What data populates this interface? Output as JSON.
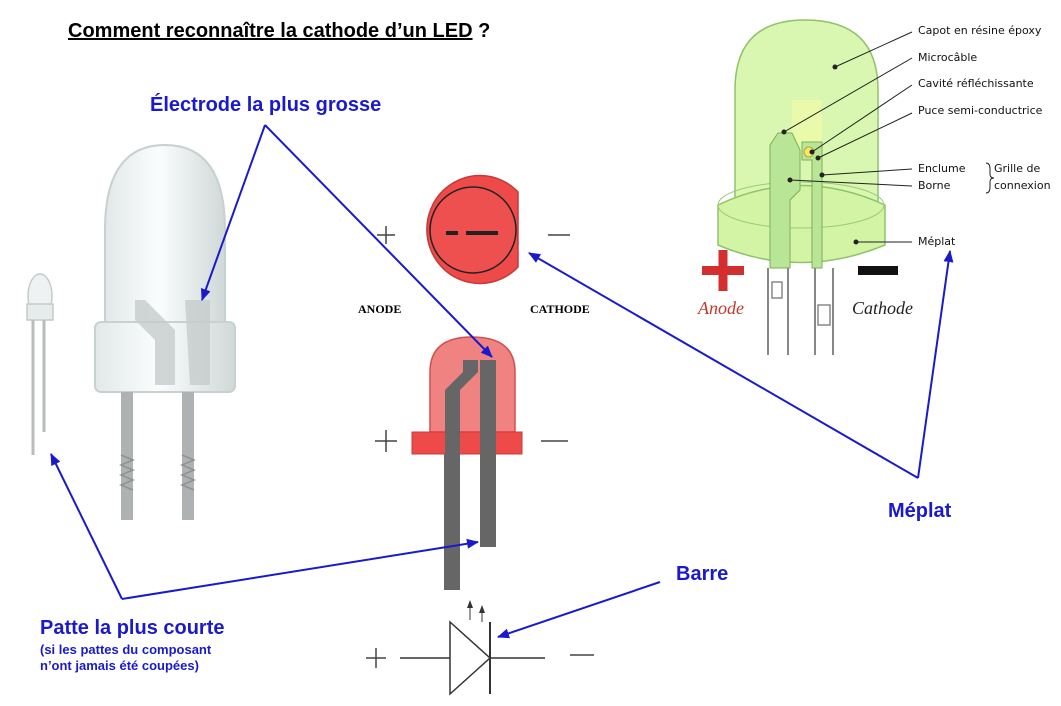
{
  "title": {
    "question": "Comment reconnaître la cathode d’un ",
    "led": "LED",
    "mark": " ?"
  },
  "callouts": {
    "electrode": "Électrode la plus grosse",
    "meplat": "Méplat",
    "barre": "Barre",
    "patte": "Patte la plus courte",
    "patte_note_1": "(si les pattes du composant",
    "patte_note_2": "n’ont jamais été coupées)"
  },
  "schematic": {
    "anode": "ANODE",
    "cathode": "CATHODE",
    "plus": "+",
    "minus": "—"
  },
  "anatomy": {
    "capot": "Capot en résine époxy",
    "microcable": "Microcâble",
    "cavite": "Cavité réfléchissante",
    "puce": "Puce semi-conductrice",
    "enclume": "Enclume",
    "borne": "Borne",
    "grille_1": "Grille de",
    "grille_2": "connexion",
    "meplat": "Méplat",
    "anode": "Anode",
    "cathode": "Cathode"
  },
  "colors": {
    "callout_blue": "#1a1acc",
    "led_red": "#ef4a4a",
    "led_green": "#d9f7b0",
    "anode_red": "#c0392b"
  }
}
